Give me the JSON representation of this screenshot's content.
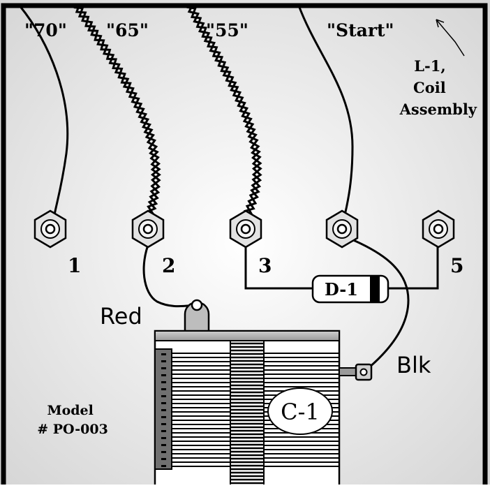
{
  "wire_labels": [
    "\"70\"",
    "\"65\"",
    "\"55\"",
    "\"Start\""
  ],
  "terminal_numbers": [
    "1",
    "2",
    "3",
    "5"
  ],
  "coil_note": [
    "L-1,",
    "Coil",
    "Assembly"
  ],
  "model_note": [
    "Model",
    "# PO-003"
  ],
  "red_label": "Red",
  "blk_label": "Blk",
  "diode_label": "D-1",
  "capacitor_label": "C-1",
  "colors": {
    "background_center": "#ffffff",
    "background_edge": "#d6d6d6",
    "border": "#000000",
    "wire": "#000000",
    "terminal_nut": "#e2e2e2",
    "capacitor_gray": "#777777",
    "diode_band": "#000000"
  },
  "icons": [
    "hex-nut-terminal",
    "solder-lug",
    "pointer-arrow"
  ]
}
